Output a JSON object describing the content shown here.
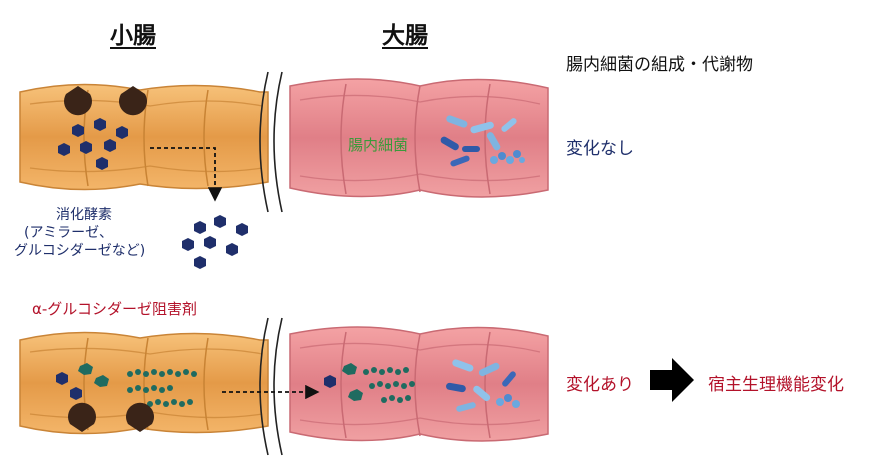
{
  "headings": {
    "small_intestine": "小腸",
    "large_intestine": "大腸"
  },
  "legend": {
    "composition": "腸内細菌の組成・代謝物"
  },
  "labels": {
    "gut_bacteria": "腸内細菌",
    "enzyme_line1": "消化酵素",
    "enzyme_line2": "(アミラーゼ、",
    "enzyme_line3": "グルコシダーゼなど)",
    "inhibitor": "α-グルコシダーゼ阻害剤"
  },
  "outcomes": {
    "top": "変化なし",
    "bottom": "変化あり",
    "result": "宿主生理機能変化"
  },
  "colors": {
    "small_intestine": "#e9a85a",
    "large_intestine": "#e8888e",
    "enzyme": "#1f2f6b",
    "inhibitor": "#1f6b60",
    "bacteria": "#4f7fbf",
    "green_text": "#3a9a3a",
    "red_text": "#b3122a",
    "navy_text": "#1f2f6b"
  },
  "icons": [
    "enzyme-hexagon-icon",
    "pacman-enzyme-icon",
    "bacteria-rod-icon",
    "dashed-arrow-icon",
    "block-arrow-icon"
  ]
}
